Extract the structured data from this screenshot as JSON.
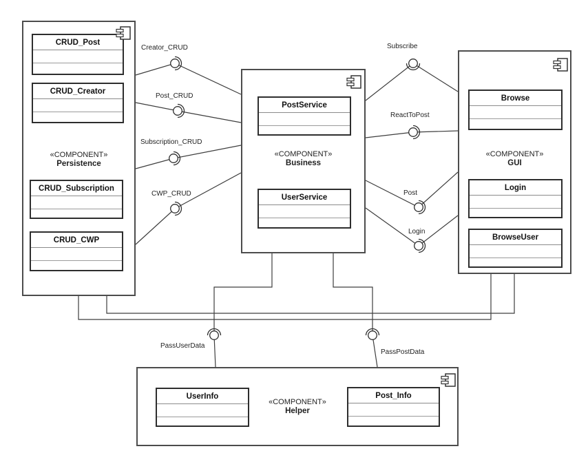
{
  "stereotype": "«COMPONENT»",
  "components": {
    "persistence": {
      "name": "Persistence",
      "classes": [
        "CRUD_Post",
        "CRUD_Creator",
        "CRUD_Subscription",
        "CRUD_CWP"
      ]
    },
    "business": {
      "name": "Business",
      "classes": [
        "PostService",
        "UserService"
      ]
    },
    "gui": {
      "name": "GUI",
      "classes": [
        "Browse",
        "Login",
        "BrowseUser"
      ]
    },
    "helper": {
      "name": "Helper",
      "classes": [
        "UserInfo",
        "Post_Info"
      ]
    }
  },
  "interfaces": {
    "creator_crud": "Creator_CRUD",
    "post_crud": "Post_CRUD",
    "subscription_crud": "Subscription_CRUD",
    "cwp_crud": "CWP_CRUD",
    "subscribe": "Subscribe",
    "react_to_post": "ReactToPost",
    "post": "Post",
    "login": "Login",
    "pass_user_data": "PassUserData",
    "pass_post_data": "PassPostData"
  },
  "colors": {
    "background": "#ffffff",
    "connector_line": "#3d3d3d",
    "component_border": "#4c4c4c",
    "class_border": "#2d2d2d",
    "text": "#1a1a1a"
  }
}
